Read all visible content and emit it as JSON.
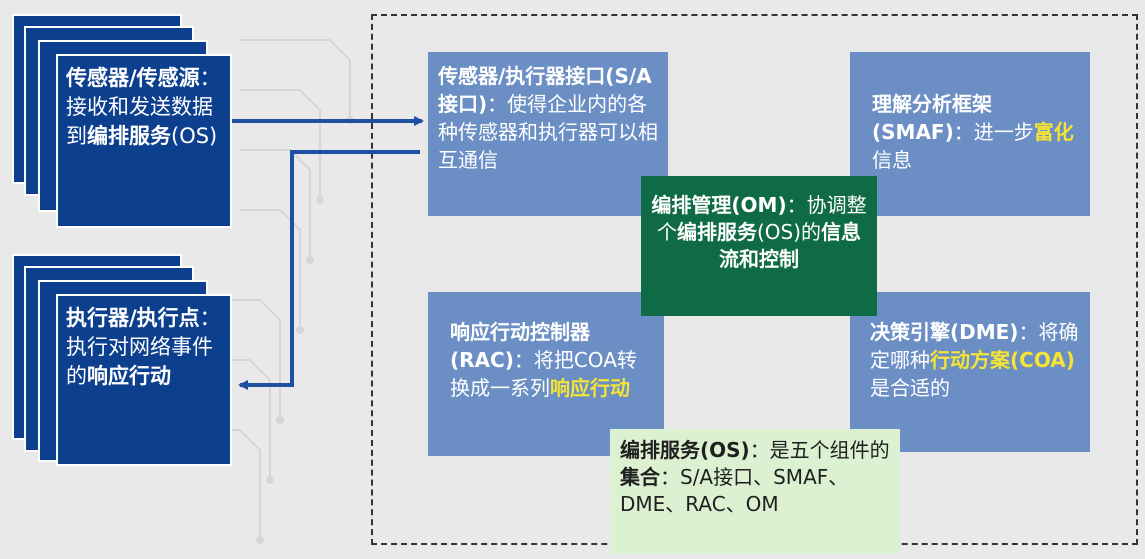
{
  "sensor_source": {
    "bold": "传感器/传感源",
    "text": "：接收和发送数据到",
    "bold2": "编排服务",
    "tail": "(OS)"
  },
  "actuator_point": {
    "bold": "执行器/执行点",
    "text": "：执行对网络事件的",
    "bold2": "响应行动"
  },
  "sa_interface": {
    "bold": "传感器/执行器接口(S/A接口)",
    "text": "：使得企业内的各种传感器和执行器可以相互通信"
  },
  "smaf": {
    "bold": "理解分析框架(SMAF)",
    "text": "：进一步",
    "highlight": "富化",
    "tail": "信息"
  },
  "om": {
    "bold": "编排管理(OM)",
    "text": "：协调整个",
    "bold2": "编排服务",
    "mid": "(OS)的",
    "bold3": "信息流和控制"
  },
  "rac": {
    "bold": "响应行动控制器(RAC)",
    "text": "：将把COA转换成一系列",
    "highlight": "响应行动"
  },
  "dme": {
    "bold": "决策引擎(DME)",
    "text": "：将确定哪种",
    "highlight": "行动方案(COA)",
    "tail": "是合适的"
  },
  "os_note": {
    "bold": "编排服务(OS)",
    "text": "：是五个组件的",
    "bold2": "集合",
    "tail": "：S/A接口、SMAF、DME、RAC、OM"
  },
  "colors": {
    "stack_blue": "#0d3f8f",
    "component_blue": "#6b8fc4",
    "om_green": "#0f6b45",
    "note_green": "#dcf1d2",
    "highlight_yellow": "#f5e335"
  }
}
